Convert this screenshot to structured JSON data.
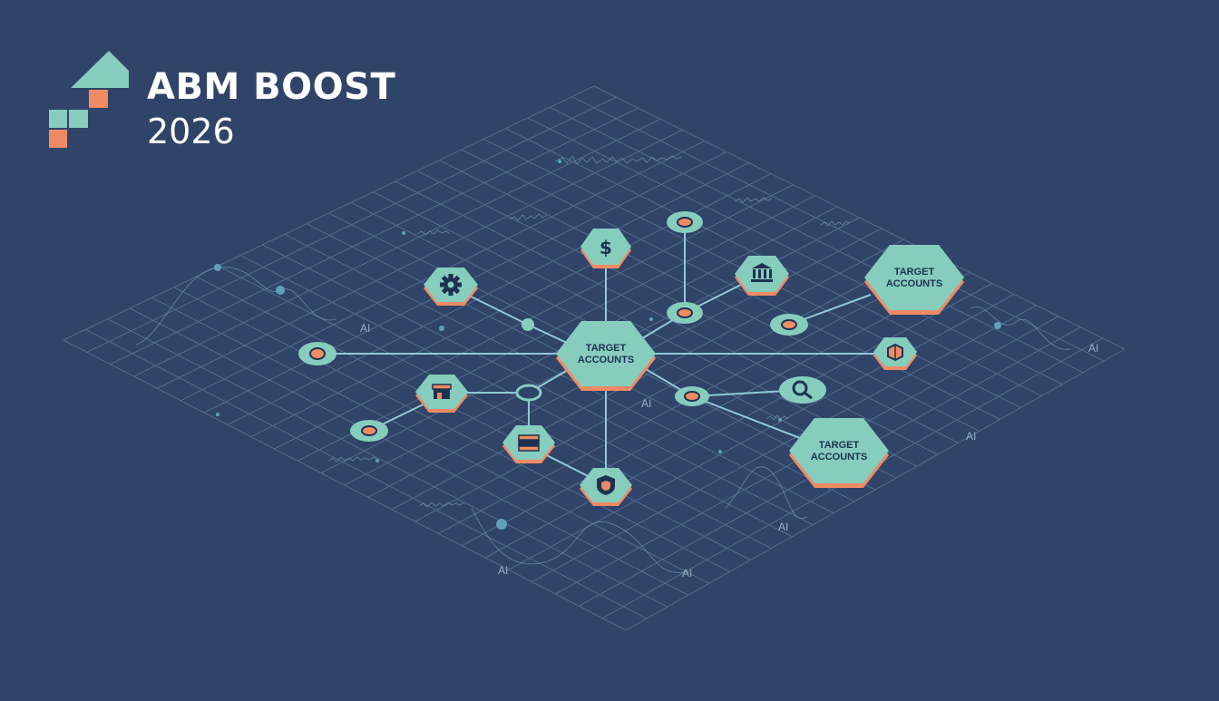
{
  "brand": {
    "title": "ABM BOOST",
    "year": "2026"
  },
  "colors": {
    "background": "#2f4468",
    "grid": "#6f8fae",
    "teal": "#86cdbd",
    "orange": "#f08a63",
    "dark": "#1f3152"
  },
  "nodes": {
    "center_label_line1": "TARGET",
    "center_label_line2": "ACCOUNTS",
    "upper_right_label_line1": "TARGET",
    "upper_right_label_line2": "ACCOUNTS",
    "lower_right_label_line1": "TARGET",
    "lower_right_label_line2": "ACCOUNTS",
    "dollar_icon": "$"
  },
  "icons": [
    "gear-icon",
    "dollar-icon",
    "bank-icon",
    "shield-icon",
    "store-icon",
    "database-icon",
    "search-icon",
    "box-icon"
  ],
  "ai_label": "AI"
}
